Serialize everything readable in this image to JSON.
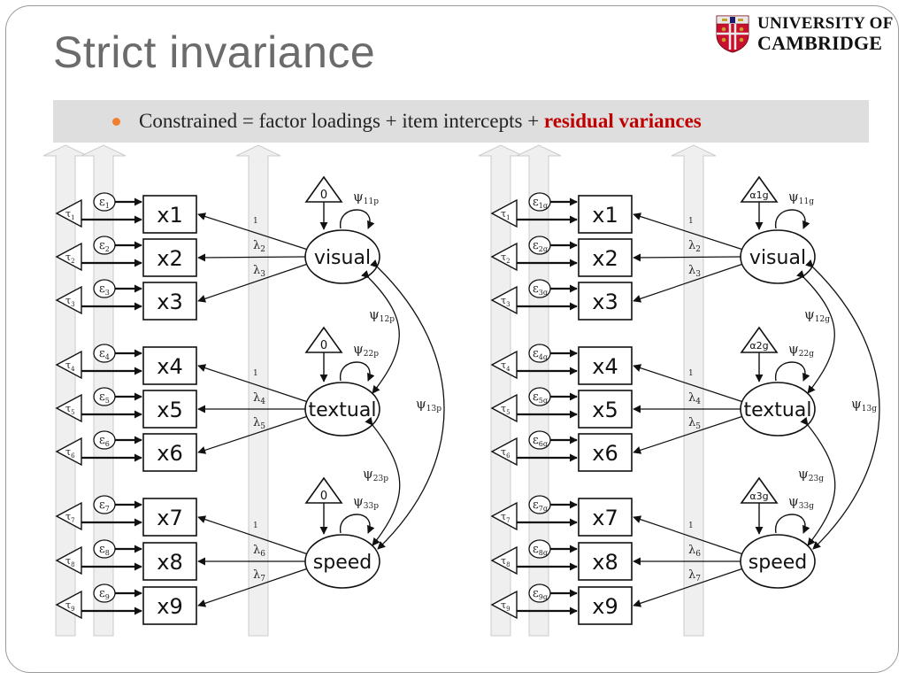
{
  "slide": {
    "title": "Strict invariance",
    "logo": {
      "line1": "UNIVERSITY OF",
      "line2": "CAMBRIDGE"
    },
    "bullet": {
      "prefix": "Constrained = factor loadings + item intercepts + ",
      "highlight": "residual variances"
    },
    "colors": {
      "title": "#6b6b6b",
      "highlight": "#c00000",
      "bullet_dot": "#f07f2c",
      "bar": "#dedede",
      "arrow_band": "#efefef"
    }
  },
  "diagrams": [
    {
      "id": "left",
      "items": [
        "x1",
        "x2",
        "x3",
        "x4",
        "x5",
        "x6",
        "x7",
        "x8",
        "x9"
      ],
      "residuals": [
        {
          "base": "ε",
          "sub": "1"
        },
        {
          "base": "ε",
          "sub": "2"
        },
        {
          "base": "ε",
          "sub": "3"
        },
        {
          "base": "ε",
          "sub": "4"
        },
        {
          "base": "ε",
          "sub": "5"
        },
        {
          "base": "ε",
          "sub": "6"
        },
        {
          "base": "ε",
          "sub": "7"
        },
        {
          "base": "ε",
          "sub": "8"
        },
        {
          "base": "ε",
          "sub": "9"
        }
      ],
      "intercepts": [
        {
          "base": "τ",
          "sub": "1"
        },
        {
          "base": "τ",
          "sub": "2"
        },
        {
          "base": "τ",
          "sub": "3"
        },
        {
          "base": "τ",
          "sub": "4"
        },
        {
          "base": "τ",
          "sub": "5"
        },
        {
          "base": "τ",
          "sub": "6"
        },
        {
          "base": "τ",
          "sub": "7"
        },
        {
          "base": "τ",
          "sub": "8"
        },
        {
          "base": "τ",
          "sub": "9"
        }
      ],
      "factors": [
        {
          "name": "visual",
          "mean": "0",
          "variance": {
            "base": "ψ",
            "sub": "11p"
          },
          "loadings": [
            {
              "base": "",
              "sub": "1"
            },
            {
              "base": "λ",
              "sub": "2"
            },
            {
              "base": "λ",
              "sub": "3"
            }
          ]
        },
        {
          "name": "textual",
          "mean": "0",
          "variance": {
            "base": "ψ",
            "sub": "22p"
          },
          "loadings": [
            {
              "base": "",
              "sub": "1"
            },
            {
              "base": "λ",
              "sub": "4"
            },
            {
              "base": "λ",
              "sub": "5"
            }
          ]
        },
        {
          "name": "speed",
          "mean": "0",
          "variance": {
            "base": "ψ",
            "sub": "33p"
          },
          "loadings": [
            {
              "base": "",
              "sub": "1"
            },
            {
              "base": "λ",
              "sub": "6"
            },
            {
              "base": "λ",
              "sub": "7"
            }
          ]
        }
      ],
      "covariances": [
        {
          "base": "ψ",
          "sub": "12p"
        },
        {
          "base": "ψ",
          "sub": "23p"
        },
        {
          "base": "ψ",
          "sub": "13p"
        }
      ]
    },
    {
      "id": "right",
      "items": [
        "x1",
        "x2",
        "x3",
        "x4",
        "x5",
        "x6",
        "x7",
        "x8",
        "x9"
      ],
      "residuals": [
        {
          "base": "ε",
          "sub": "1g"
        },
        {
          "base": "ε",
          "sub": "2g"
        },
        {
          "base": "ε",
          "sub": "3g"
        },
        {
          "base": "ε",
          "sub": "4g"
        },
        {
          "base": "ε",
          "sub": "5g"
        },
        {
          "base": "ε",
          "sub": "6g"
        },
        {
          "base": "ε",
          "sub": "7g"
        },
        {
          "base": "ε",
          "sub": "8g"
        },
        {
          "base": "ε",
          "sub": "9g"
        }
      ],
      "intercepts": [
        {
          "base": "τ",
          "sub": "1"
        },
        {
          "base": "τ",
          "sub": "2"
        },
        {
          "base": "τ",
          "sub": "3"
        },
        {
          "base": "τ",
          "sub": "4"
        },
        {
          "base": "τ",
          "sub": "5"
        },
        {
          "base": "τ",
          "sub": "6"
        },
        {
          "base": "τ",
          "sub": "7"
        },
        {
          "base": "τ",
          "sub": "8"
        },
        {
          "base": "τ",
          "sub": "9"
        }
      ],
      "factors": [
        {
          "name": "visual",
          "mean": "α1g",
          "variance": {
            "base": "ψ",
            "sub": "11g"
          },
          "loadings": [
            {
              "base": "",
              "sub": "1"
            },
            {
              "base": "λ",
              "sub": "2"
            },
            {
              "base": "λ",
              "sub": "3"
            }
          ]
        },
        {
          "name": "textual",
          "mean": "α2g",
          "variance": {
            "base": "ψ",
            "sub": "22g"
          },
          "loadings": [
            {
              "base": "",
              "sub": "1"
            },
            {
              "base": "λ",
              "sub": "4"
            },
            {
              "base": "λ",
              "sub": "5"
            }
          ]
        },
        {
          "name": "speed",
          "mean": "α3g",
          "variance": {
            "base": "ψ",
            "sub": "33g"
          },
          "loadings": [
            {
              "base": "",
              "sub": "1"
            },
            {
              "base": "λ",
              "sub": "6"
            },
            {
              "base": "λ",
              "sub": "7"
            }
          ]
        }
      ],
      "covariances": [
        {
          "base": "ψ",
          "sub": "12g"
        },
        {
          "base": "ψ",
          "sub": "23g"
        },
        {
          "base": "ψ",
          "sub": "13g"
        }
      ]
    }
  ]
}
